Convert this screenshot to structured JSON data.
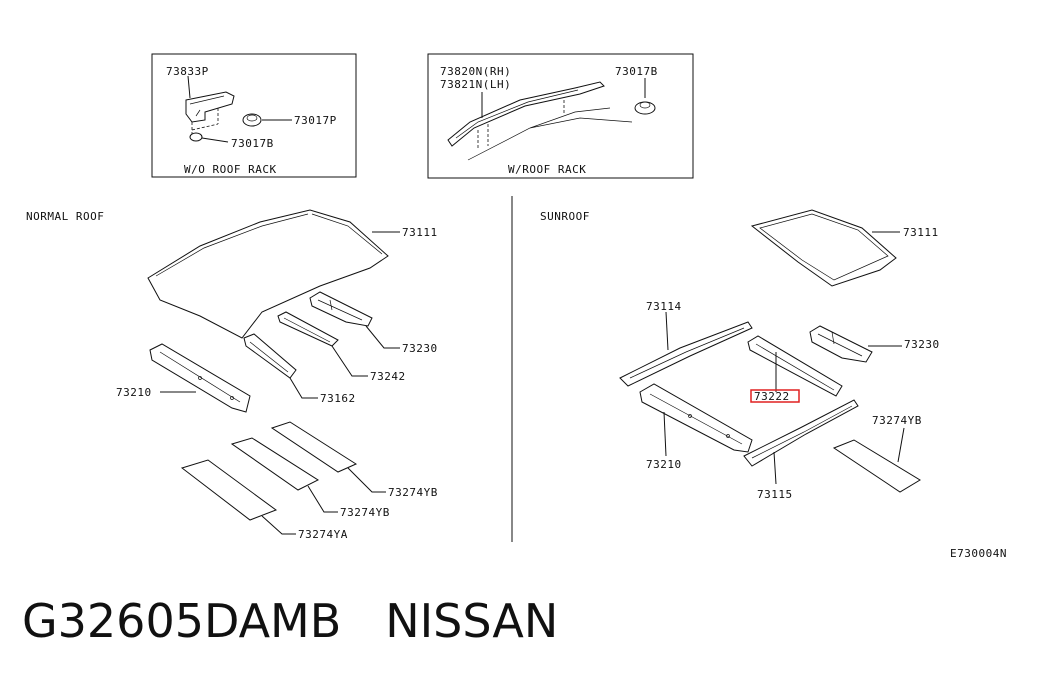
{
  "insets": {
    "left": {
      "parts": [
        "73833P",
        "73017P",
        "73017B"
      ],
      "caption": "W/O ROOF RACK"
    },
    "right": {
      "parts": [
        "73820N(RH)",
        "73821N(LH)",
        "73017B"
      ],
      "caption": "W/ROOF RACK"
    }
  },
  "sections": {
    "normal": {
      "title": "NORMAL ROOF",
      "parts": [
        "73111",
        "73230",
        "73242",
        "73210",
        "73162",
        "73274YB",
        "73274YB",
        "73274YA"
      ]
    },
    "sunroof": {
      "title": "SUNROOF",
      "parts": [
        "73111",
        "73114",
        "73230",
        "73222",
        "73210",
        "73274YB",
        "73115"
      ],
      "highlighted_part": "73222"
    }
  },
  "diagram_code": "E730004N",
  "footer": {
    "part_number": "G32605DAMB",
    "brand": "NISSAN"
  },
  "colors": {
    "ink": "#111111",
    "highlight": "#e02020",
    "background": "#ffffff"
  }
}
